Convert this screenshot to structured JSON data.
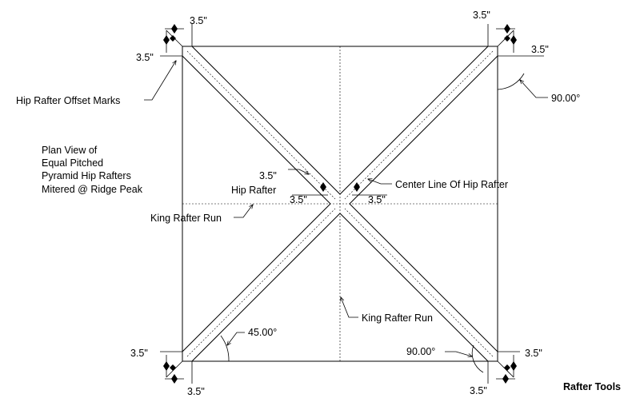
{
  "labels": {
    "dim_tl_top": "3.5\"",
    "dim_tl_left": "3.5\"",
    "dim_tr_top": "3.5\"",
    "dim_tr_right": "3.5\"",
    "dim_bl_left": "3.5\"",
    "dim_bl_bottom": "3.5\"",
    "dim_br_right": "3.5\"",
    "dim_br_bottom": "3.5\"",
    "dim_center_top": "3.5\"",
    "dim_center_left": "3.5\"",
    "dim_center_right": "3.5\"",
    "hip_rafter": "Hip Rafter",
    "offset_marks": "Hip Rafter Offset Marks",
    "angle_tr": "90.00°",
    "angle_br": "90.00°",
    "angle_bl": "45.00°",
    "center_line": "Center Line Of Hip Rafter",
    "king_run_left": "King Rafter Run",
    "king_run_bottom": "King Rafter Run",
    "plan_view": [
      "Plan View of",
      "Equal Pitched",
      "Pyramid Hip Rafters",
      "Mitered @ Ridge Peak"
    ],
    "brand": "Rafter Tools"
  }
}
